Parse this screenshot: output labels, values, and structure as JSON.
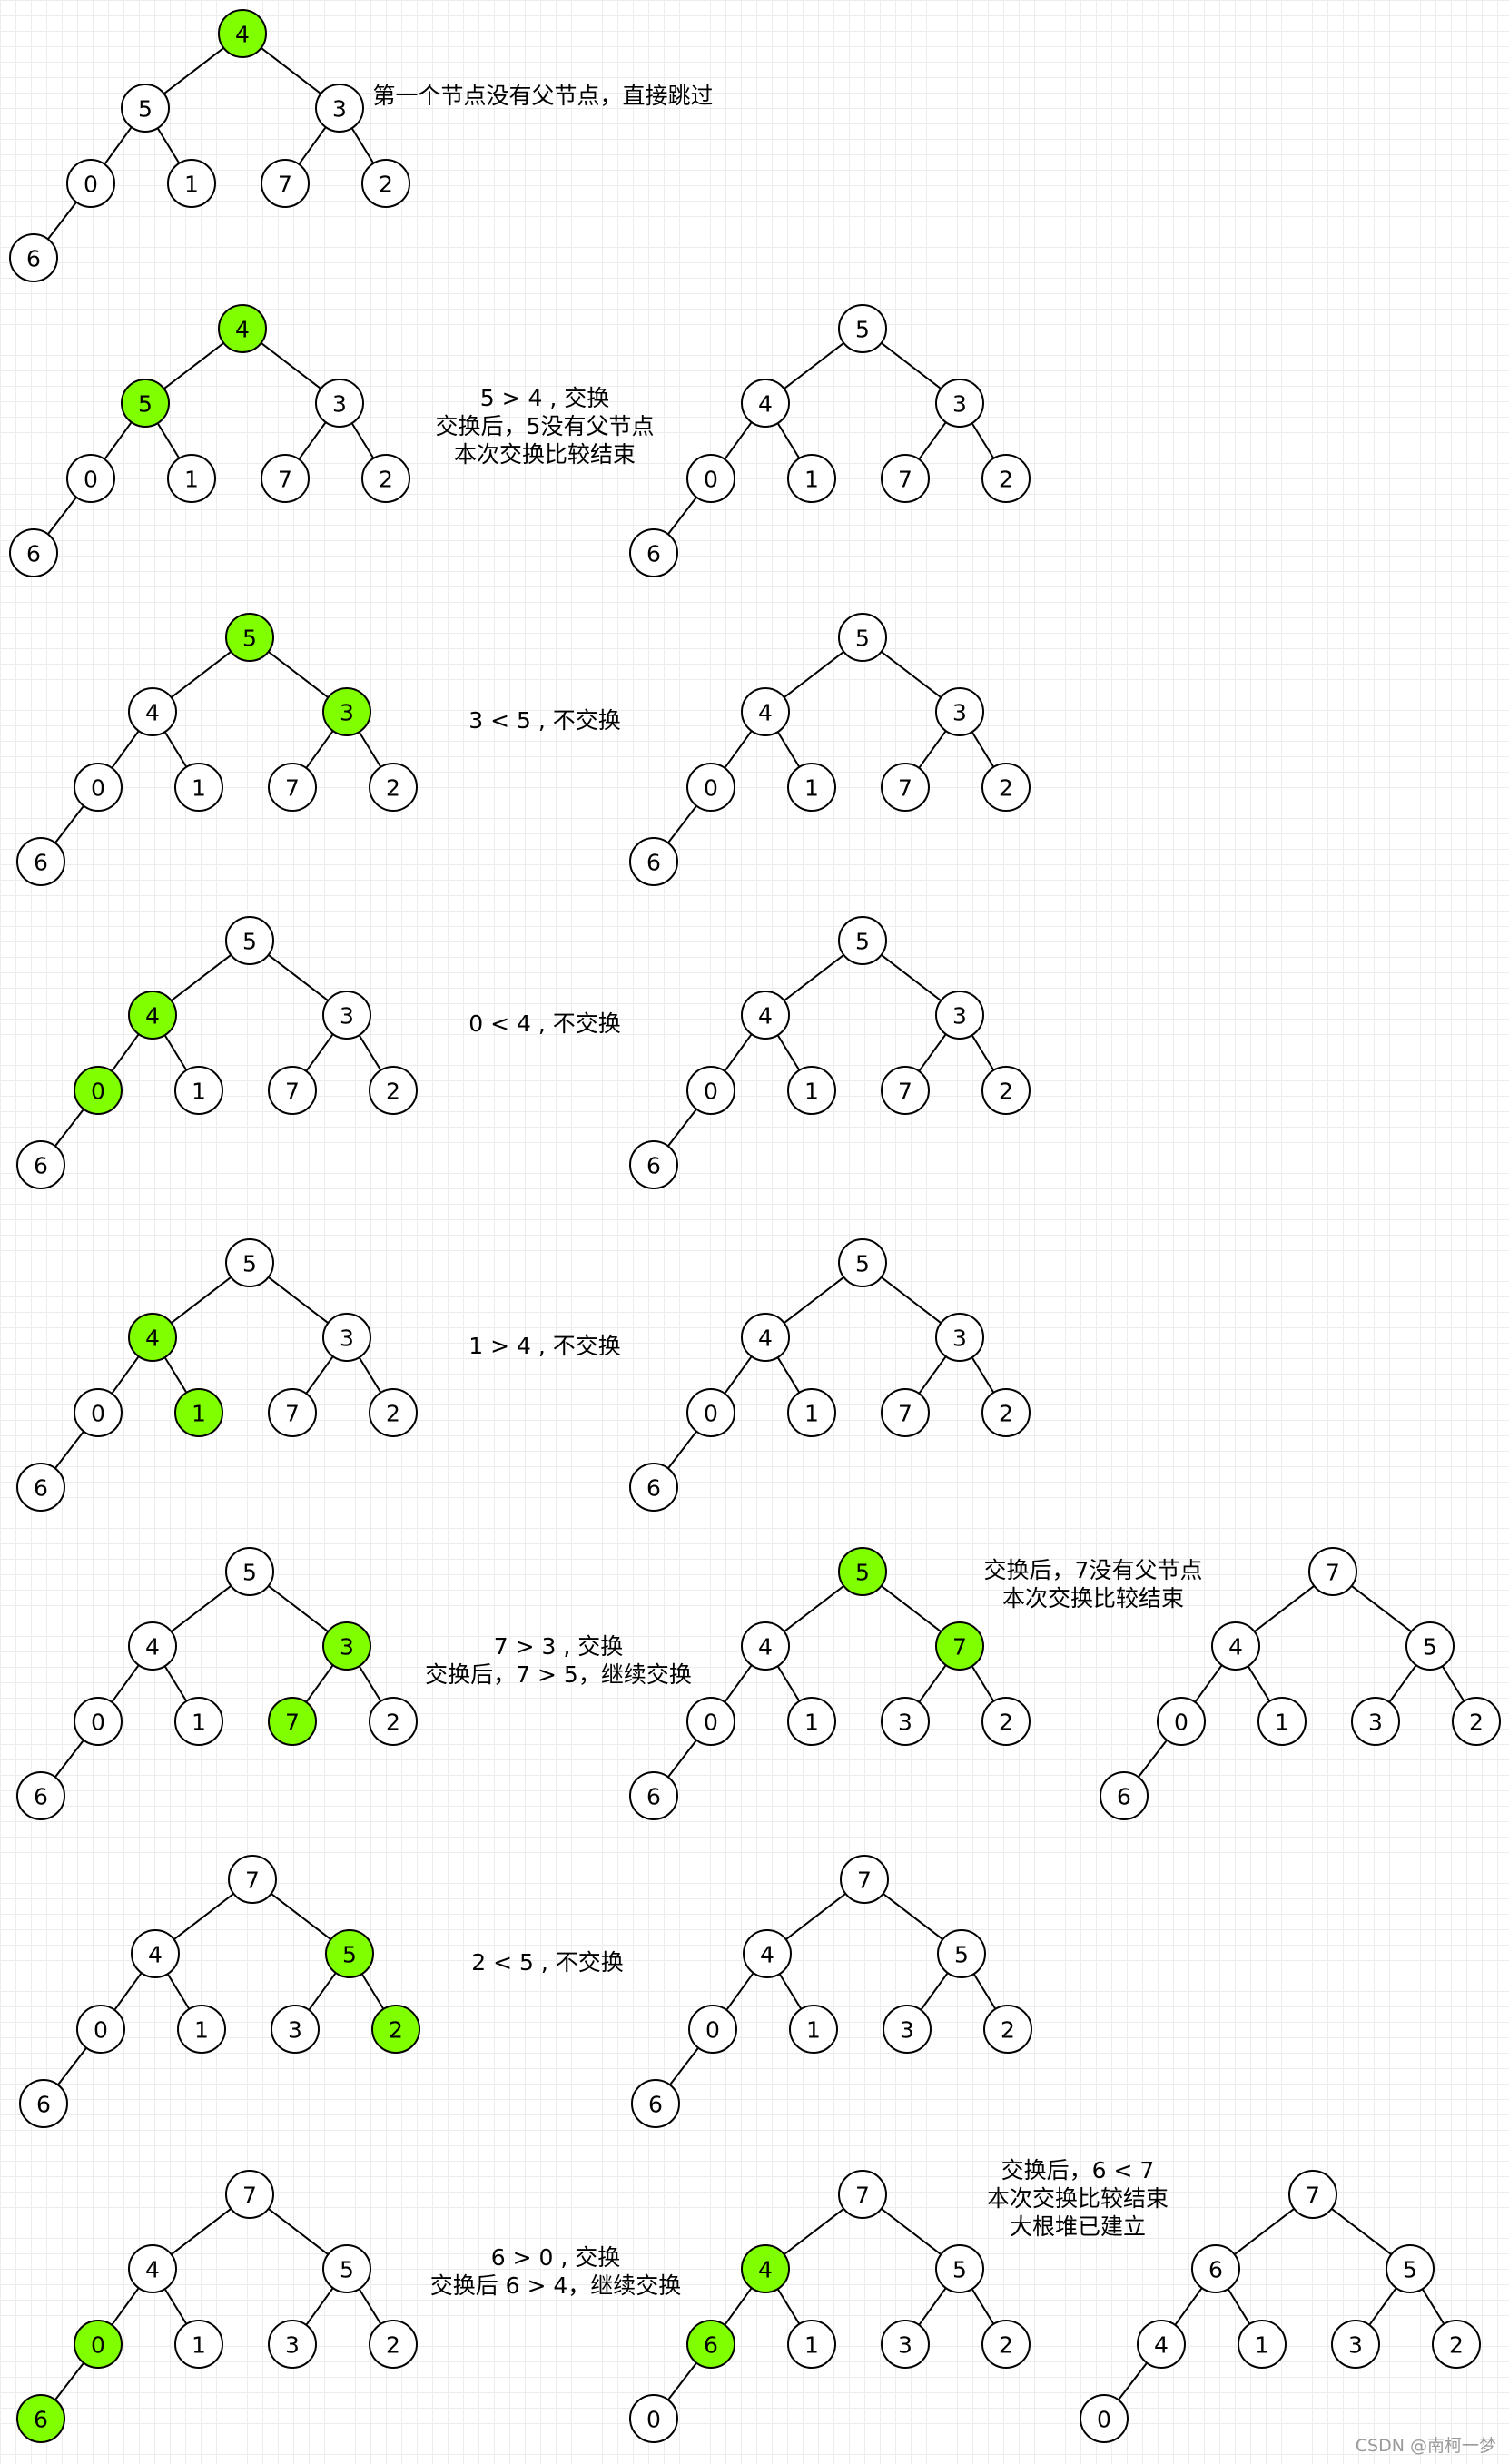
{
  "colors": {
    "highlight": "#80ff00",
    "node_fill": "#ffffff",
    "stroke": "#000000"
  },
  "trees": [
    {
      "id": "r1-left",
      "values": [
        4,
        5,
        3,
        0,
        1,
        7,
        2,
        6
      ],
      "highlight": [
        0
      ]
    },
    {
      "id": "r2-left",
      "values": [
        4,
        5,
        3,
        0,
        1,
        7,
        2,
        6
      ],
      "highlight": [
        0,
        1
      ]
    },
    {
      "id": "r2-right",
      "values": [
        5,
        4,
        3,
        0,
        1,
        7,
        2,
        6
      ],
      "highlight": []
    },
    {
      "id": "r3-left",
      "values": [
        5,
        4,
        3,
        0,
        1,
        7,
        2,
        6
      ],
      "highlight": [
        0,
        2
      ]
    },
    {
      "id": "r3-right",
      "values": [
        5,
        4,
        3,
        0,
        1,
        7,
        2,
        6
      ],
      "highlight": []
    },
    {
      "id": "r4-left",
      "values": [
        5,
        4,
        3,
        0,
        1,
        7,
        2,
        6
      ],
      "highlight": [
        1,
        3
      ]
    },
    {
      "id": "r4-right",
      "values": [
        5,
        4,
        3,
        0,
        1,
        7,
        2,
        6
      ],
      "highlight": []
    },
    {
      "id": "r5-left",
      "values": [
        5,
        4,
        3,
        0,
        1,
        7,
        2,
        6
      ],
      "highlight": [
        1,
        4
      ]
    },
    {
      "id": "r5-right",
      "values": [
        5,
        4,
        3,
        0,
        1,
        7,
        2,
        6
      ],
      "highlight": []
    },
    {
      "id": "r6-left",
      "values": [
        5,
        4,
        3,
        0,
        1,
        7,
        2,
        6
      ],
      "highlight": [
        2,
        5
      ]
    },
    {
      "id": "r6-mid",
      "values": [
        5,
        4,
        7,
        0,
        1,
        3,
        2,
        6
      ],
      "highlight": [
        0,
        2
      ]
    },
    {
      "id": "r6-right",
      "values": [
        7,
        4,
        5,
        0,
        1,
        3,
        2,
        6
      ],
      "highlight": []
    },
    {
      "id": "r7-left",
      "values": [
        7,
        4,
        5,
        0,
        1,
        3,
        2,
        6
      ],
      "highlight": [
        2,
        6
      ]
    },
    {
      "id": "r7-right",
      "values": [
        7,
        4,
        5,
        0,
        1,
        3,
        2,
        6
      ],
      "highlight": []
    },
    {
      "id": "r8-left",
      "values": [
        7,
        4,
        5,
        0,
        1,
        3,
        2,
        6
      ],
      "highlight": [
        3,
        7
      ]
    },
    {
      "id": "r8-mid",
      "values": [
        7,
        4,
        5,
        6,
        1,
        3,
        2,
        0
      ],
      "highlight": [
        1,
        3
      ]
    },
    {
      "id": "r8-right",
      "values": [
        7,
        6,
        5,
        4,
        1,
        3,
        2,
        0
      ],
      "highlight": []
    }
  ],
  "notes": {
    "r1": [
      "第一个节点没有父节点，直接跳过"
    ],
    "r2": [
      "5 > 4 , 交换",
      "交换后，5没有父节点",
      "本次交换比较结束"
    ],
    "r3": [
      "3 < 5 , 不交换"
    ],
    "r4": [
      "0 < 4 , 不交换"
    ],
    "r5": [
      "1 > 4 , 不交换"
    ],
    "r6a": [
      "7 > 3 , 交换",
      "交换后，7 > 5，继续交换"
    ],
    "r6b": [
      "交换后，7没有父节点",
      "本次交换比较结束"
    ],
    "r7": [
      "2 < 5 , 不交换"
    ],
    "r8a": [
      "6 > 0 , 交换",
      "交换后 6 > 4，继续交换"
    ],
    "r8b": [
      "交换后，6 < 7",
      "本次交换比较结束",
      "大根堆已建立"
    ]
  },
  "watermark": "CSDN @南柯一梦"
}
